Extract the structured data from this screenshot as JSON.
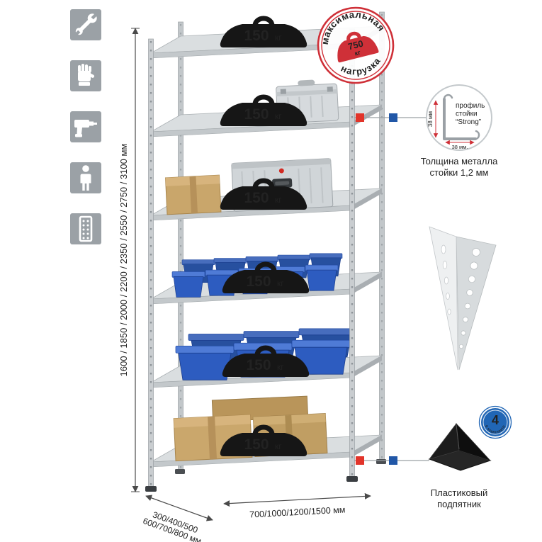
{
  "colors": {
    "stamp_red": "#cf3038",
    "marker_red": "#e2342a",
    "marker_blue": "#2157a7",
    "badge_blue": "#2166b5",
    "bin_blue": "#2d5cc0"
  },
  "left_icons": [
    {
      "name": "wrench"
    },
    {
      "name": "gloves"
    },
    {
      "name": "drill"
    },
    {
      "name": "person"
    },
    {
      "name": "rack"
    }
  ],
  "dims": {
    "height": "1600 / 1850 / 2000 / 2200 / 2350 / 2550 / 2750 / 3100 мм",
    "depth_line1": "300/400/500",
    "depth_line2": "600/700/800 мм",
    "width": "700/1000/1200/1500 мм"
  },
  "load": {
    "value": "150",
    "unit": "кг"
  },
  "stamp": {
    "arc_top": "максимальная",
    "arc_bottom": "нагрузка",
    "value": "750",
    "unit": "кг"
  },
  "profile": {
    "label1": "профиль",
    "label2": "стойки",
    "label3": "“Strong”",
    "dim_vertical": "38 мм",
    "dim_horizontal": "38 мм.",
    "caption_line1": "Толщина металла",
    "caption_line2": "стойки 1,2 мм"
  },
  "foot": {
    "badge_value": "4",
    "badge_text": "в комплекте",
    "caption_line1": "Пластиковый",
    "caption_line2": "подпятник"
  }
}
